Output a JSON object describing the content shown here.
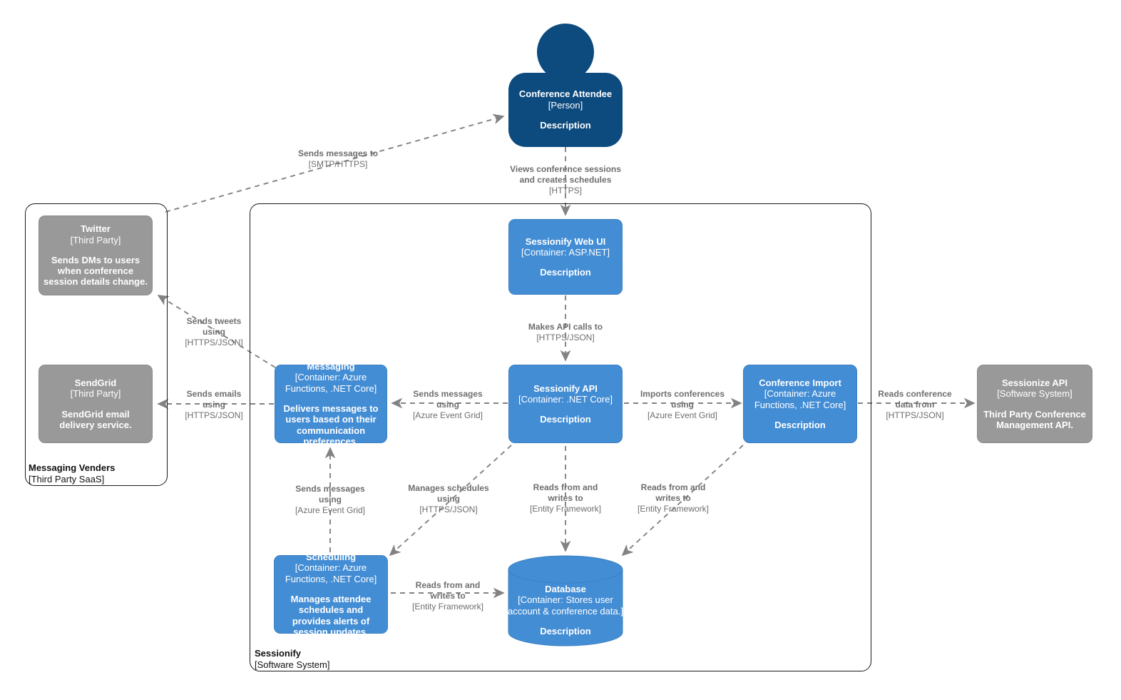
{
  "diagram": {
    "type": "c4-container-diagram",
    "colors": {
      "person": "#0d4a7e",
      "container": "#438dd5",
      "external": "#999999",
      "edge": "#828282",
      "boundary": "#1a1a1a",
      "label_text": "#6e6e6e"
    }
  },
  "boundaries": [
    {
      "name": "Messaging Venders",
      "type": "[Third Party SaaS]"
    },
    {
      "name": "Sessionify",
      "type": "[Software System]"
    }
  ],
  "nodes": {
    "conference_attendee": {
      "name": "Conference Attendee",
      "tech": "[Person]",
      "desc": "Description"
    },
    "twitter": {
      "name": "Twitter",
      "tech": "[Third Party]",
      "desc": "Sends DMs to users when conference session details change."
    },
    "sendgrid": {
      "name": "SendGrid",
      "tech": "[Third Party]",
      "desc": "SendGrid email delivery service."
    },
    "messaging": {
      "name": "Messaging",
      "tech": "[Container: Azure Functions, .NET Core]",
      "desc": "Delivers messages to users based on their communication preferences."
    },
    "web_ui": {
      "name": "Sessionify Web UI",
      "tech": "[Container: ASP.NET]",
      "desc": "Description"
    },
    "api": {
      "name": "Sessionify API",
      "tech": "[Container: .NET Core]",
      "desc": "Description"
    },
    "conference_import": {
      "name": "Conference Import",
      "tech": "[Container: Azure Functions, .NET Core]",
      "desc": "Description"
    },
    "sessionize_api": {
      "name": "Sessionize API",
      "tech": "[Software System]",
      "desc": "Third Party Conference Management API."
    },
    "scheduling": {
      "name": "Scheduling",
      "tech": "[Container: Azure Functions, .NET Core]",
      "desc": "Manages attendee schedules and provides alerts of session updates."
    },
    "database": {
      "name": "Database",
      "tech": "[Container: Stores user account & conference data.]",
      "desc": "Description"
    }
  },
  "edges": [
    {
      "id": "messaging-to-attendee",
      "text": "Sends messages to",
      "tech": "[SMTP/HTTPS]"
    },
    {
      "id": "attendee-to-webui",
      "text": "Views conference sessions and creates schedules",
      "tech": "[HTTPS]"
    },
    {
      "id": "messaging-to-twitter",
      "text": "Sends tweets using",
      "tech": "[HTTPS/JSON]"
    },
    {
      "id": "messaging-to-sendgrid",
      "text": "Sends emails using",
      "tech": "[HTTPS/JSON]"
    },
    {
      "id": "webui-to-api",
      "text": "Makes API calls to",
      "tech": "[HTTPS/JSON]"
    },
    {
      "id": "api-to-messaging",
      "text": "Sends messages using",
      "tech": "[Azure Event Grid]"
    },
    {
      "id": "api-to-import",
      "text": "Imports conferences using",
      "tech": "[Azure Event Grid]"
    },
    {
      "id": "import-to-sessionize",
      "text": "Reads conference data from",
      "tech": "[HTTPS/JSON]"
    },
    {
      "id": "scheduling-to-messaging",
      "text": "Sends messages using",
      "tech": "[Azure Event Grid]"
    },
    {
      "id": "api-to-scheduling",
      "text": "Manages schedules using",
      "tech": "[HTTPS/JSON]"
    },
    {
      "id": "api-to-database",
      "text": "Reads from and writes to",
      "tech": "[Entity Framework]"
    },
    {
      "id": "import-to-database",
      "text": "Reads from and writes to",
      "tech": "[Entity Framework]"
    },
    {
      "id": "scheduling-to-database",
      "text": "Reads from and writes to",
      "tech": "[Entity Framework]"
    }
  ]
}
